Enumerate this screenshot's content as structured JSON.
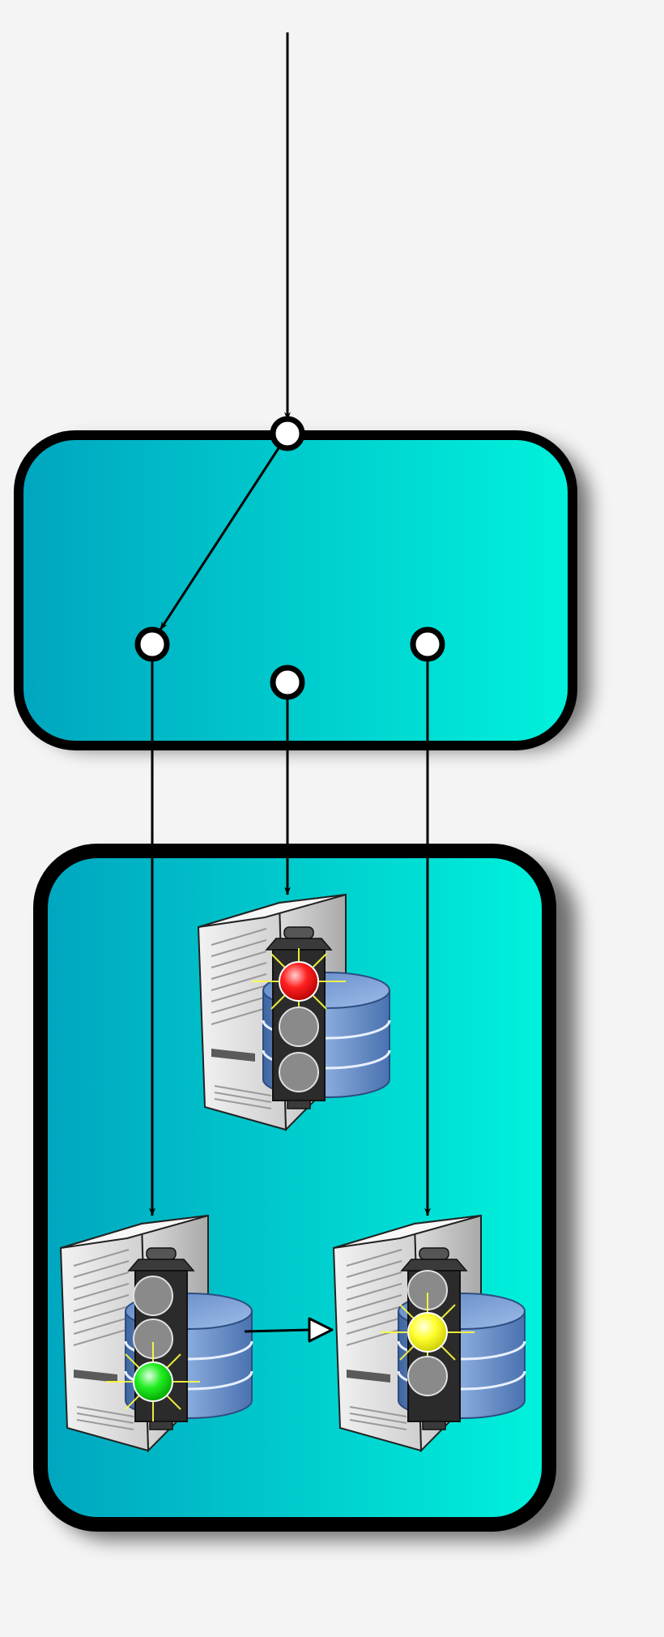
{
  "diagram": {
    "background": "#f4f4f4",
    "panel_gradient": [
      "#00a5bf",
      "#00f2dc"
    ],
    "port_fill": "#ffffff",
    "line_color": "#000000",
    "servers": [
      {
        "name": "server-top",
        "light_on": "red"
      },
      {
        "name": "server-bottom-left",
        "light_on": "green"
      },
      {
        "name": "server-bottom-right",
        "light_on": "yellow"
      }
    ],
    "light_colors": {
      "red": "#ff2020",
      "yellow": "#ffff30",
      "green": "#22ee22",
      "off": "#8a8a8a"
    }
  }
}
